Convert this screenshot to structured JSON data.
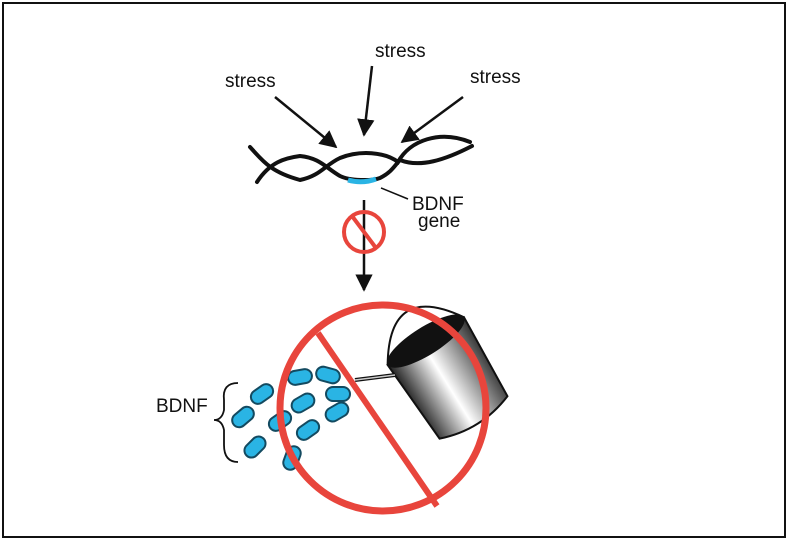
{
  "labels": {
    "stress_left": "stress",
    "stress_top": "stress",
    "stress_right": "stress",
    "gene_line1": "BDNF",
    "gene_line2": "gene",
    "protein": "BDNF"
  },
  "colors": {
    "prohibition_red": "#e8453c",
    "bdnf_blue": "#2ab4e4",
    "ink": "#111111"
  }
}
